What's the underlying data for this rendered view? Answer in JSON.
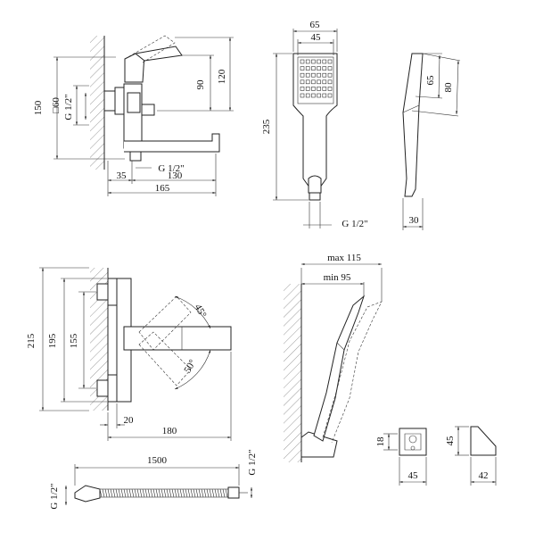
{
  "view_side": {
    "d150": "150",
    "d60": "□60",
    "dG": "G 1/2\"",
    "d90": "90",
    "d120": "120",
    "dGbottom": "G 1/2\"",
    "d35": "35",
    "d130": "130",
    "d165": "165"
  },
  "hand_shower_front": {
    "d65": "65",
    "d45": "45",
    "d235": "235",
    "dG": "G 1/2\""
  },
  "hand_shower_side": {
    "d65": "65",
    "d80": "80",
    "d30": "30"
  },
  "view_top": {
    "d215": "215",
    "d195": "195",
    "d155": "155",
    "d45deg": "45°",
    "d50deg": "50°",
    "d20": "20",
    "d180": "180"
  },
  "holder_view": {
    "dmax": "max 115",
    "dmin": "min 95",
    "d18": "18",
    "d45a": "45",
    "d45b": "45",
    "d42": "42"
  },
  "hose": {
    "d1500": "1500",
    "dGleft": "G 1/2\"",
    "dGright": "G 1/2\""
  },
  "colors": {
    "line": "#222222",
    "paper": "#ffffff"
  }
}
